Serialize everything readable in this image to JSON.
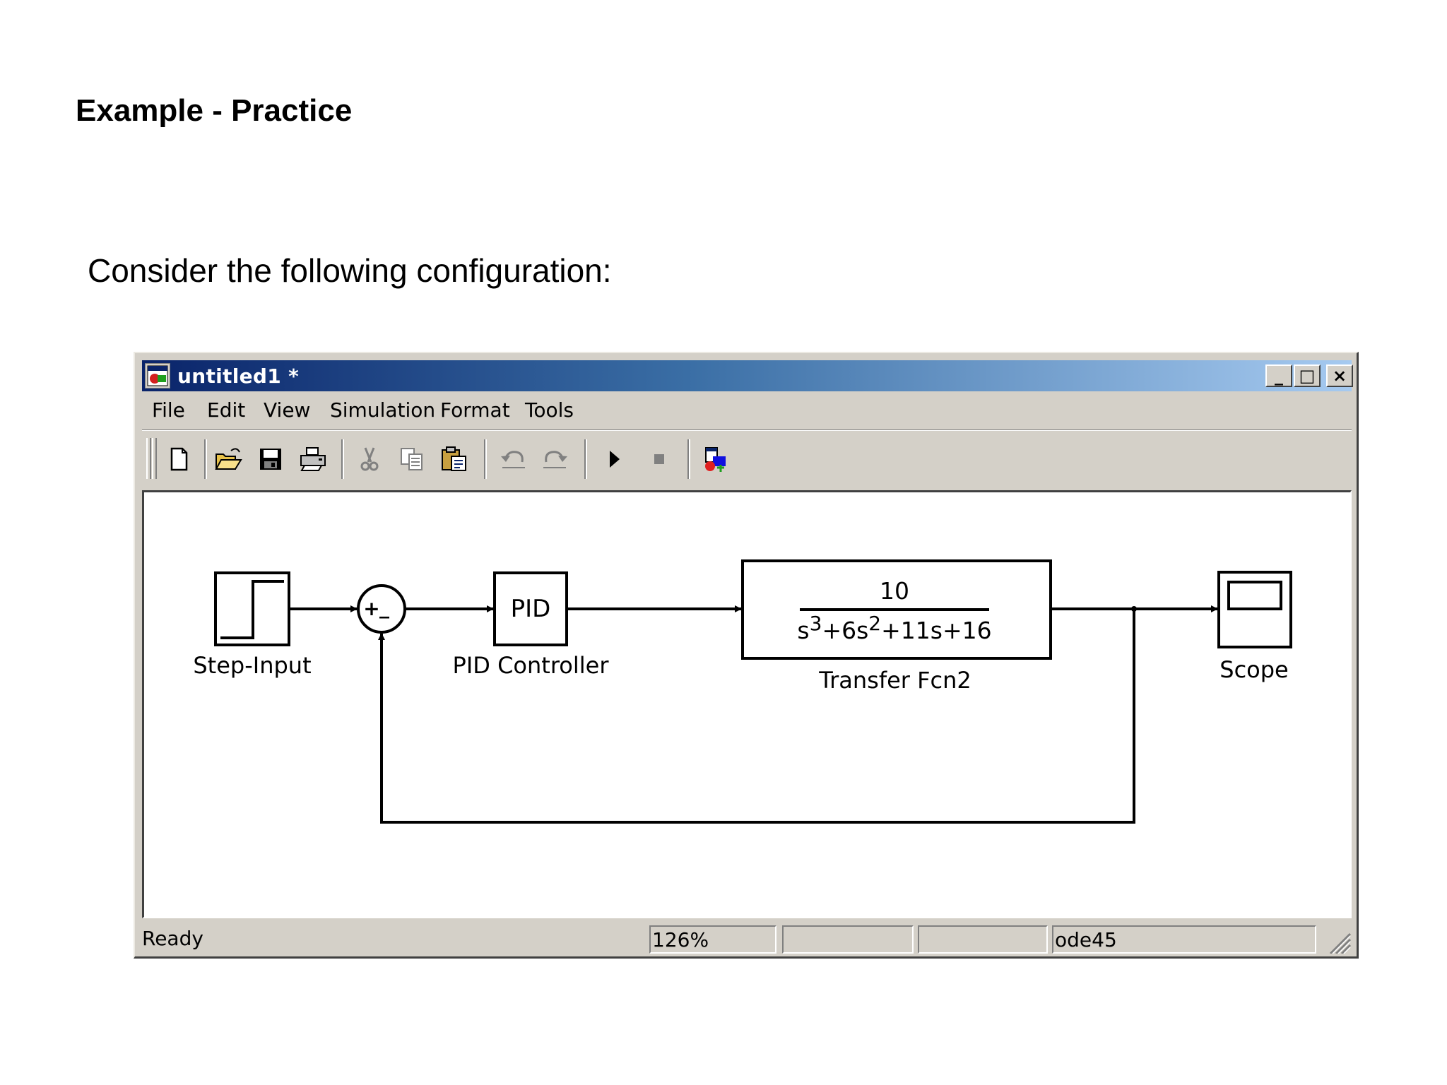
{
  "slide": {
    "title": "Example - Practice",
    "subtitle": "Consider the following configuration:"
  },
  "window": {
    "title": "untitled1 *",
    "controls": {
      "minimize": "_",
      "maximize": "□",
      "close": "×"
    }
  },
  "menu": {
    "items": [
      "File",
      "Edit",
      "View",
      "Simulation",
      "Format",
      "Tools"
    ]
  },
  "toolbar": {
    "icons": [
      "new-model-icon",
      "open-icon",
      "save-icon",
      "print-icon",
      "cut-icon",
      "copy-icon",
      "paste-icon",
      "undo-icon",
      "redo-icon",
      "start-simulation-icon",
      "stop-simulation-icon",
      "library-browser-icon"
    ]
  },
  "diagram": {
    "blocks": {
      "step": {
        "label": "Step-Input"
      },
      "sum": {
        "plus": "+",
        "minus": "_"
      },
      "pid": {
        "text": "PID",
        "label": "PID Controller"
      },
      "tf": {
        "numerator": "10",
        "denominator": {
          "s": "s",
          "e1": "3",
          "t1": "+6s",
          "e2": "2",
          "t2": "+11s+16"
        },
        "label": "Transfer Fcn2"
      },
      "scope": {
        "label": "Scope"
      }
    }
  },
  "status": {
    "ready": "Ready",
    "zoom": "126%",
    "empty1": "",
    "empty2": "",
    "solver": "ode45"
  }
}
